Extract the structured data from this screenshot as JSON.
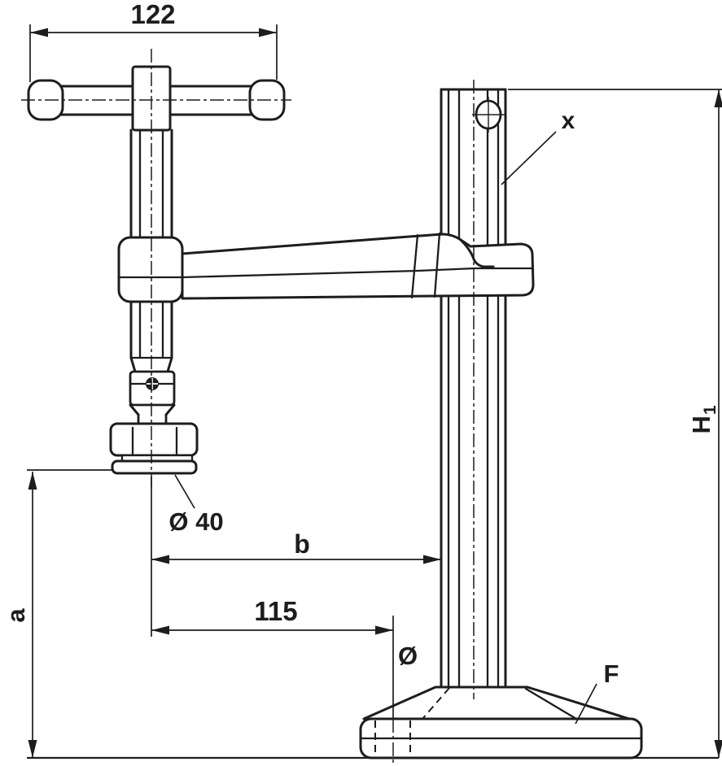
{
  "drawing": {
    "type": "engineering-drawing",
    "subject": "bench clamp with T-handle spindle, swivel arm, fluted column and base",
    "colors": {
      "ink": "#1d1d1d",
      "paper": "#ffffff"
    },
    "labels": {
      "handle_width": "122",
      "pad_diameter": "Ø 40",
      "reach": "b",
      "base_hole_offset": "115",
      "clearance_height": "a",
      "base_hole_diameter": "Ø",
      "column_ref": "x",
      "base_ref": "F",
      "total_height_main": "H",
      "total_height_sub": "1"
    }
  }
}
